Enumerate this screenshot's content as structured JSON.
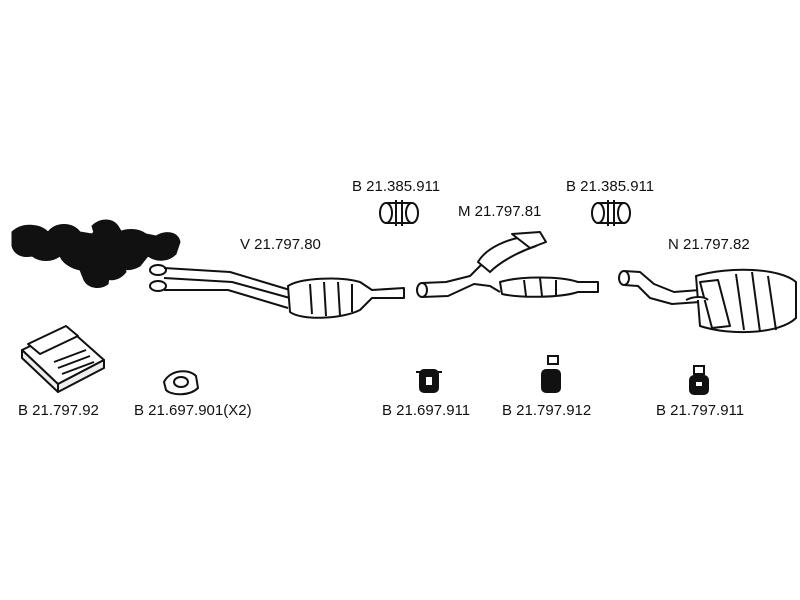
{
  "diagram": {
    "parts": {
      "clamp_left": {
        "code": "B 21.385.911",
        "icon": "pipe-clamp-icon"
      },
      "clamp_right": {
        "code": "B 21.385.911",
        "icon": "pipe-clamp-icon"
      },
      "front_pipe": {
        "code": "V 21.797.80",
        "icon": "front-pipe-catalyst-icon"
      },
      "middle_pipe": {
        "code": "M 21.797.81",
        "icon": "middle-pipe-silencer-icon"
      },
      "rear_silencer": {
        "code": "N 21.797.82",
        "icon": "rear-silencer-icon"
      },
      "mounting_kit": {
        "code": "B 21.797.92",
        "icon": "mounting-kit-box-icon"
      },
      "gasket": {
        "code": "B 21.697.901(X2)",
        "icon": "gasket-icon"
      },
      "hanger_a": {
        "code": "B 21.697.911",
        "icon": "rubber-hanger-icon"
      },
      "hanger_b": {
        "code": "B 21.797.912",
        "icon": "rubber-hanger-icon"
      },
      "hanger_c": {
        "code": "B 21.797.911",
        "icon": "rubber-hanger-icon"
      }
    },
    "colors": {
      "ink": "#111111",
      "background": "#ffffff",
      "fill": "#eeeeee"
    }
  }
}
